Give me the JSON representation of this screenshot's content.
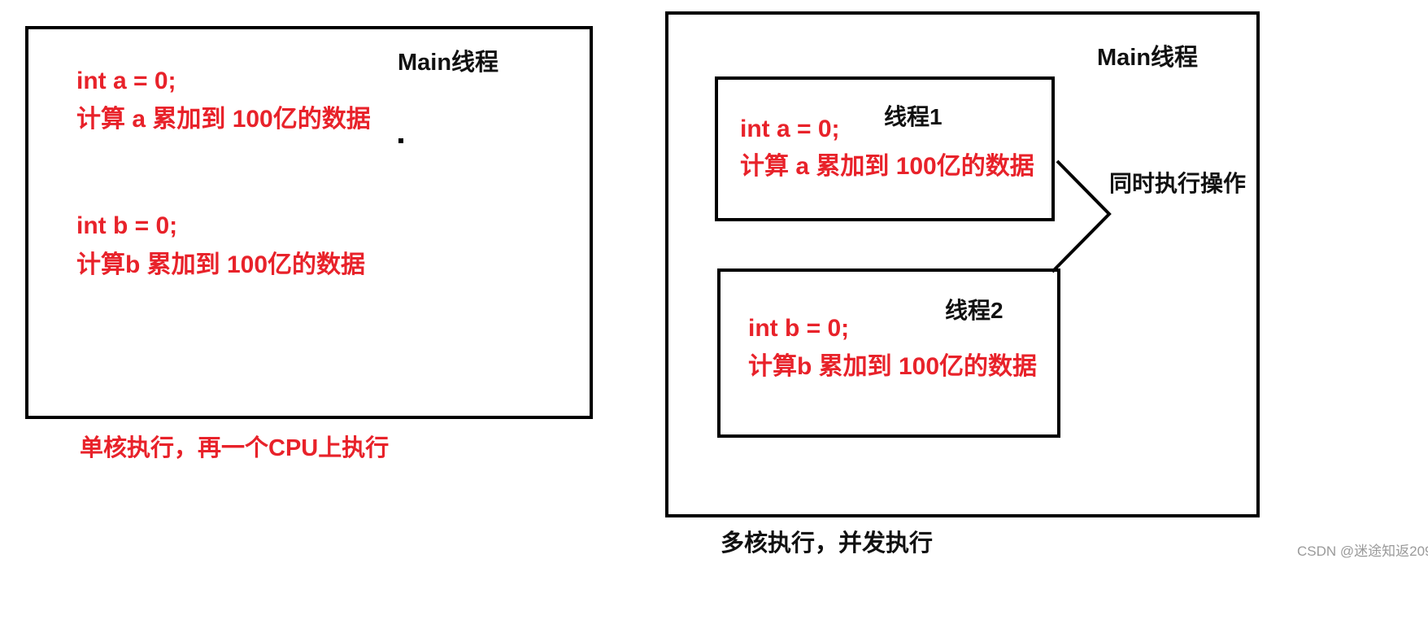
{
  "left_panel": {
    "thread_title": "Main线程",
    "code_a": "int a = 0;",
    "desc_a": "计算 a 累加到 100亿的数据",
    "code_b": "int b = 0;",
    "desc_b": "计算b 累加到 100亿的数据",
    "caption": "单核执行，再一个CPU上执行"
  },
  "right_panel": {
    "thread_title": "Main线程",
    "thread1": {
      "title": "线程1",
      "code": "int a = 0;",
      "desc": "计算 a 累加到 100亿的数据"
    },
    "thread2": {
      "title": "线程2",
      "code": "int b = 0;",
      "desc": "计算b 累加到 100亿的数据"
    },
    "concurrent_label": "同时执行操作",
    "caption": "多核执行，并发执行"
  },
  "watermark": "CSDN @迷途知返209",
  "colors": {
    "code_text": "#e8222a",
    "label_text": "#111111",
    "border": "#000000"
  }
}
